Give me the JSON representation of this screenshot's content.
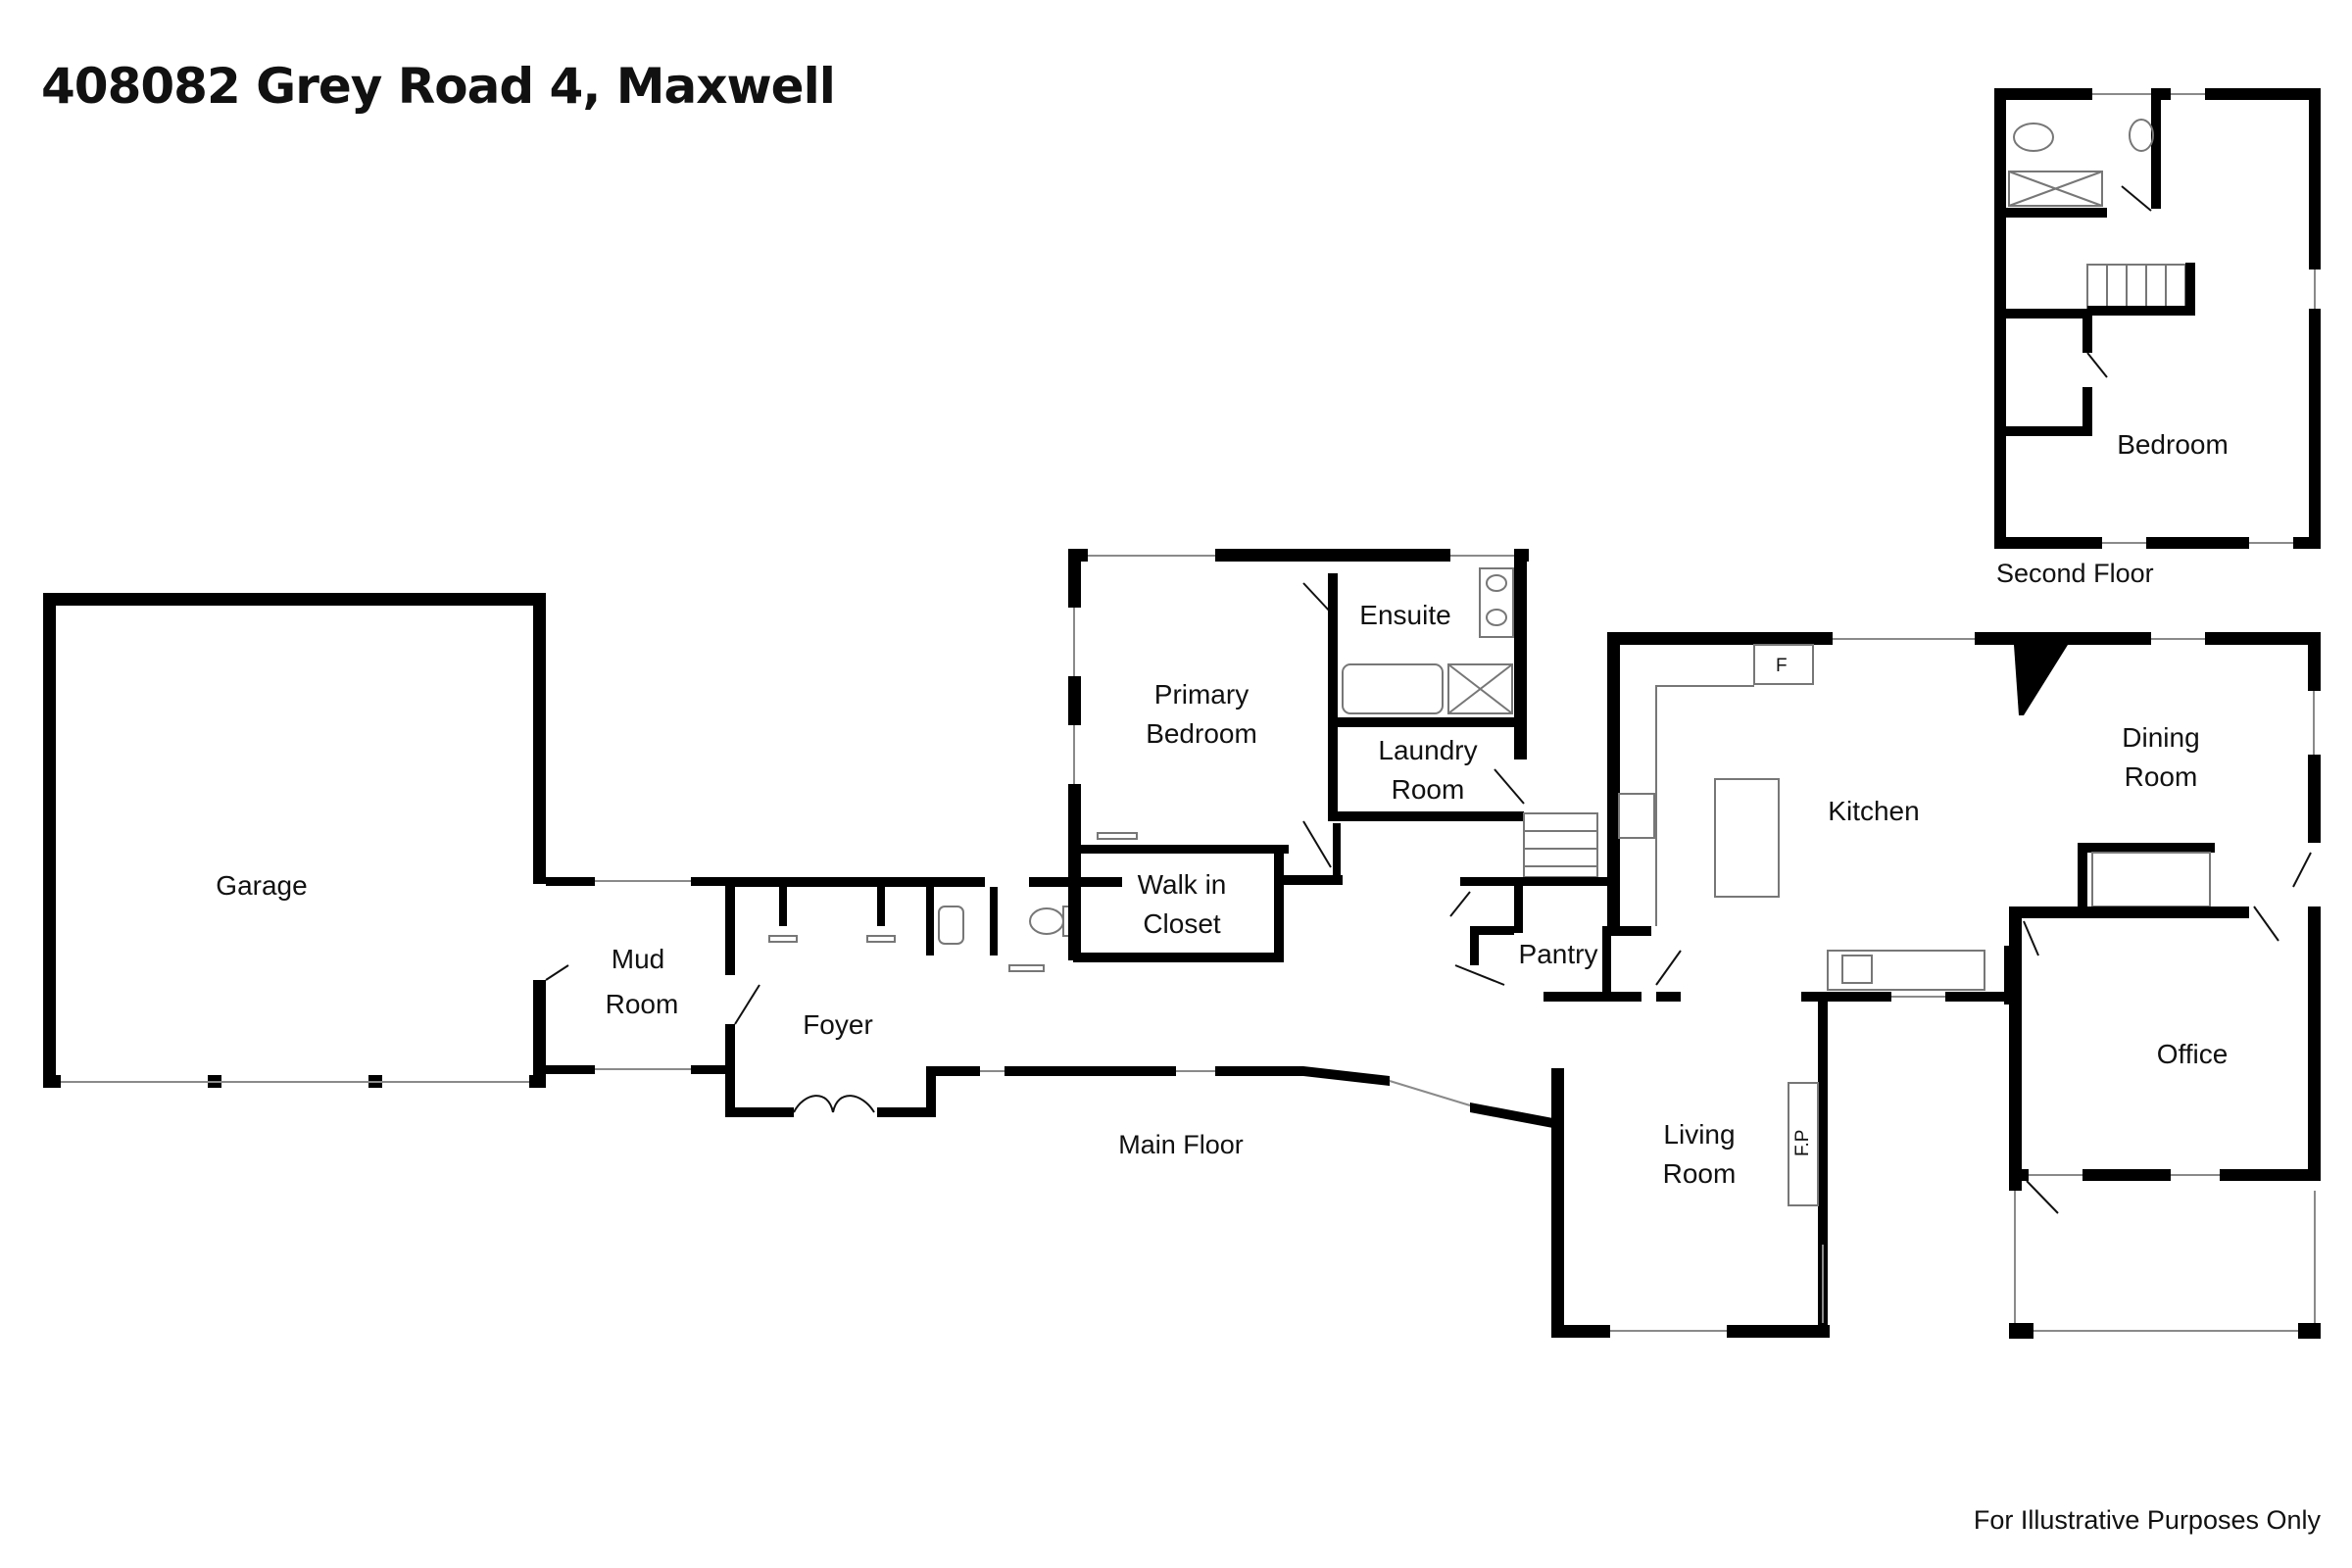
{
  "header": {
    "title": "408082 Grey Road 4, Maxwell"
  },
  "rooms": {
    "garage": "Garage",
    "mud_line1": "Mud",
    "mud_line2": "Room",
    "foyer": "Foyer",
    "primary_line1": "Primary",
    "primary_line2": "Bedroom",
    "walkin_line1": "Walk in",
    "walkin_line2": "Closet",
    "ensuite": "Ensuite",
    "laundry_line1": "Laundry",
    "laundry_line2": "Room",
    "pantry": "Pantry",
    "kitchen": "Kitchen",
    "dining_line1": "Dining",
    "dining_line2": "Room",
    "living_line1": "Living",
    "living_line2": "Room",
    "office": "Office",
    "bedroom": "Bedroom"
  },
  "fixtures": {
    "fridge": "F",
    "fireplace": "F.P"
  },
  "floors": {
    "main": "Main Floor",
    "second": "Second Floor"
  },
  "footer": {
    "disclaimer": "For Illustrative Purposes Only"
  }
}
